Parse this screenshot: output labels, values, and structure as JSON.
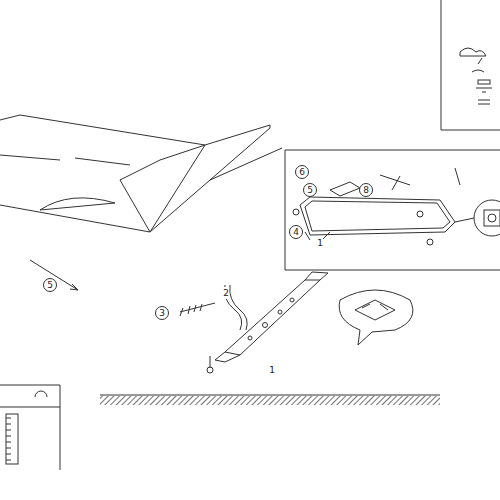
{
  "diagram": {
    "labels": [
      "5",
      "3",
      "2",
      "1",
      "6",
      "5",
      "8",
      "4",
      "1"
    ]
  }
}
